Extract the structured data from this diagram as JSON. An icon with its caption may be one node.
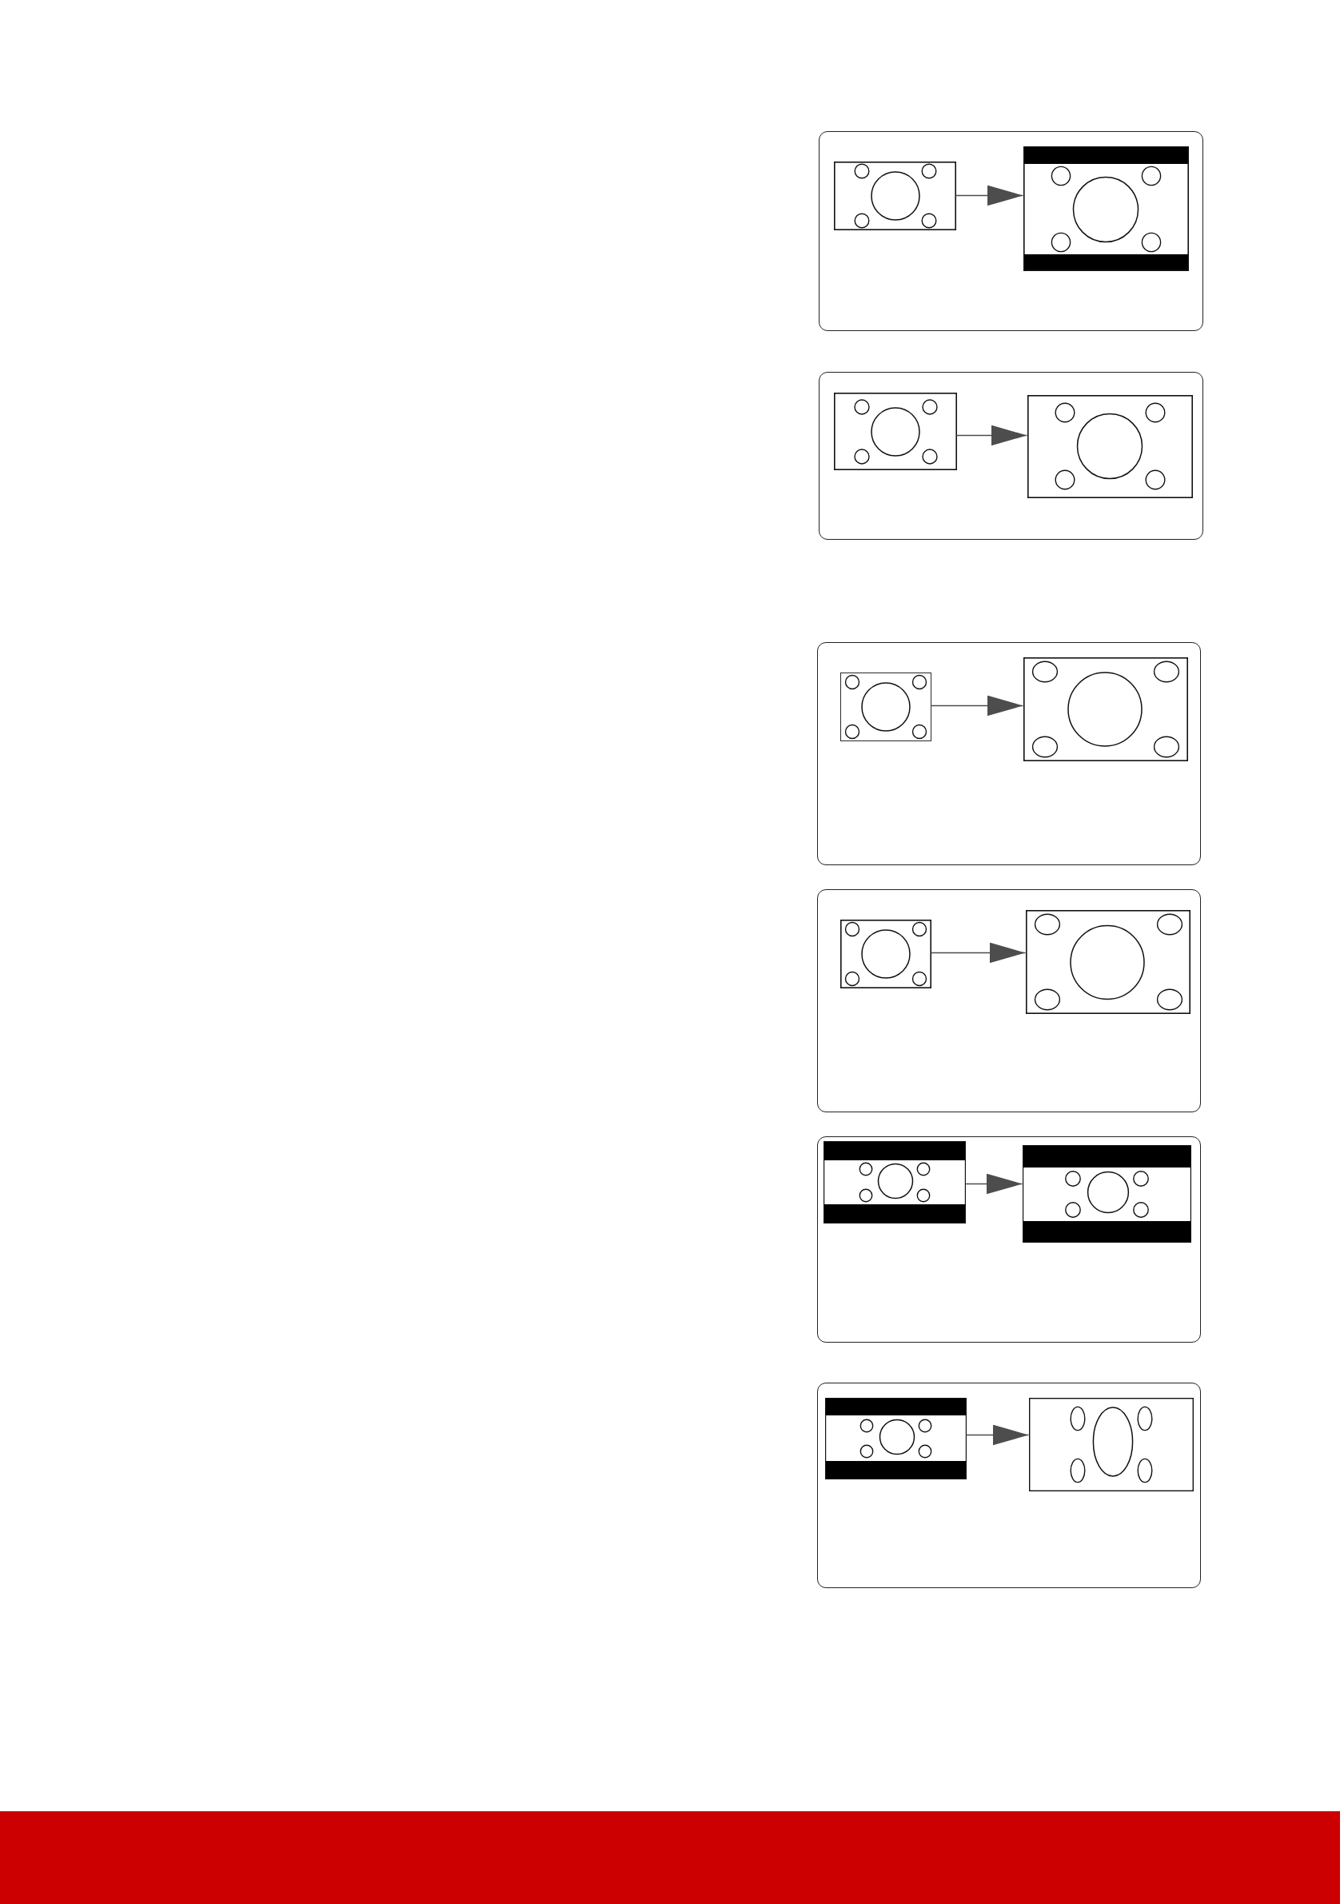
{
  "diagram": {
    "nodes": [
      {
        "text": [],
        "shape": "box"
      },
      {
        "text": [],
        "shape": "picture",
        "in": 0
      },
      {
        "text": [],
        "shape": "picture",
        "in": 0
      },
      {
        "text": [],
        "shape": "box"
      },
      {
        "text": [],
        "shape": "picture",
        "in": 3
      },
      {
        "text": [],
        "shape": "picture",
        "in": 3
      },
      {
        "text": [],
        "shape": "box"
      },
      {
        "text": [],
        "shape": "picture",
        "in": 6
      },
      {
        "text": [],
        "shape": "picture",
        "in": 6
      },
      {
        "text": [],
        "shape": "box"
      },
      {
        "text": [],
        "shape": "picture",
        "in": 9
      },
      {
        "text": [],
        "shape": "picture",
        "in": 9
      },
      {
        "text": [],
        "shape": "box"
      },
      {
        "text": [],
        "shape": "picture",
        "in": 12
      },
      {
        "text": [],
        "shape": "picture",
        "in": 12
      },
      {
        "text": [],
        "shape": "box"
      },
      {
        "text": [],
        "shape": "picture",
        "in": 15
      },
      {
        "text": [],
        "shape": "picture",
        "in": 15
      }
    ],
    "edges": [
      {
        "from": 1,
        "to": 2,
        "arrow": "to"
      },
      {
        "from": 4,
        "to": 5,
        "arrow": "to"
      },
      {
        "from": 7,
        "to": 8,
        "arrow": "to"
      },
      {
        "from": 10,
        "to": 11,
        "arrow": "to"
      },
      {
        "from": 13,
        "to": 14,
        "arrow": "to"
      },
      {
        "from": 16,
        "to": 17,
        "arrow": "to"
      }
    ]
  }
}
